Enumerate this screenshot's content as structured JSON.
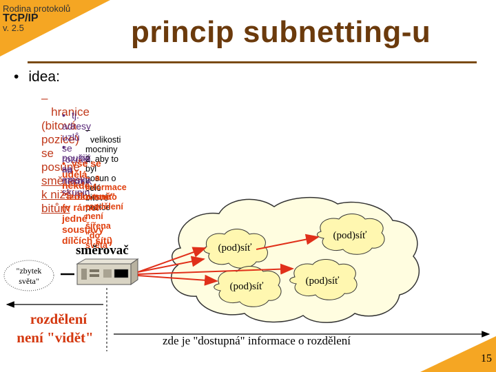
{
  "header": {
    "series_line1": "Rodina protokolů",
    "series_line2": "TCP/IP",
    "series_line3": "v. 2.5",
    "title": "princip subnetting-u"
  },
  "bullets": {
    "l1": "idea:",
    "l2_prefix": "hranice (bitová pozice) se posune ",
    "l2_underlined": "směrem k nižším bitům",
    "l3_a": "tj. adresy uzlů se rozdělí na několik skupin",
    "l4_a": "velikosti mocniny 2, aby to byl posun o celé bitové pozice",
    "l3_b": "použijí se masky",
    "l3_c": "vše se udělá někde \"izolovaně\" (v rámci jedné soustavy dílčích sítí)",
    "l4_c": "a informace o tomto rozdělení není šířena \"do světa\""
  },
  "diagram": {
    "router_label": "směrovač",
    "rest_of_world_line1": "\"zbytek",
    "rest_of_world_line2": "světa\"",
    "subnet_label_1": "(pod)síť",
    "subnet_label_2": "(pod)síť",
    "subnet_label_3": "(pod)síť",
    "subnet_label_4": "(pod)síť",
    "invisible_line1": "rozdělení",
    "invisible_line2": "není \"vidět\"",
    "available_note": "zde je \"dostupná\" informace o rozdělení"
  },
  "footer": {
    "page_number": "15"
  },
  "colors": {
    "accent": "#f5a623",
    "title": "#6b3a0c",
    "red": "#d4380f",
    "arrow": "#e0301a"
  }
}
